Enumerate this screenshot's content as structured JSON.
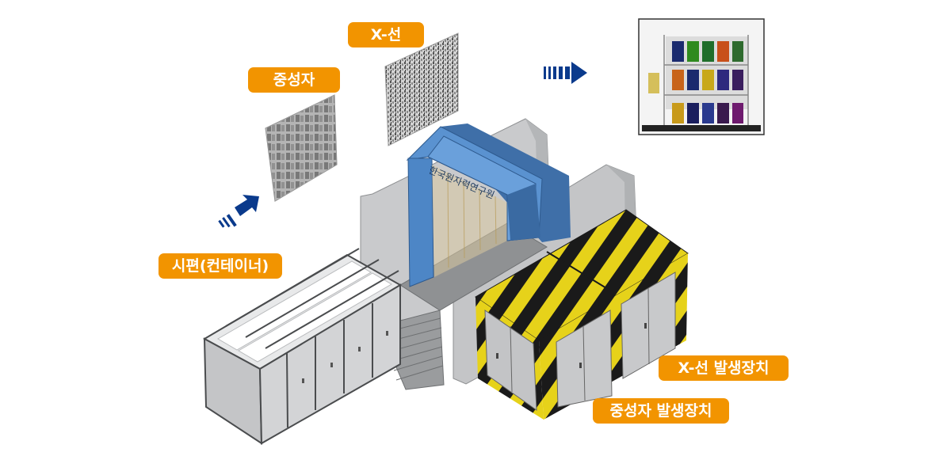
{
  "labels": {
    "xray_image": "X-선",
    "neutron_image": "중성자",
    "sample_container": "시편(컨테이너)",
    "xray_generator": "X-선 발생장치",
    "neutron_generator": "중성자 발생장치"
  },
  "gantry_text": "한국원자력연구원",
  "colors": {
    "label_bg": "#f29400",
    "label_text": "#ffffff",
    "arrow": "#0a3a8c",
    "gantry_blue": "#4f86c6",
    "hazard_yellow": "#e6d21a",
    "hazard_black": "#1a1a1a",
    "wall_gray": "#c8c9cb",
    "container_gray": "#d2d3d5"
  },
  "icons": [
    "arrow-right-icon",
    "arrow-diagonal-icon"
  ]
}
